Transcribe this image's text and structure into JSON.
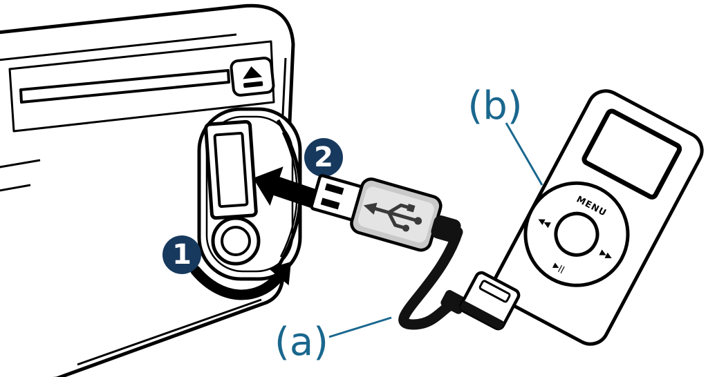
{
  "diagram": {
    "step_badges": {
      "step1": "1",
      "step2": "2"
    },
    "labels": {
      "cable": "(a)",
      "player": "(b)"
    },
    "player_controls": {
      "menu": "MENU",
      "previous": "◀◀",
      "next": "▶▶",
      "play_pause": "▶||"
    },
    "icons": {
      "eject": "eject-icon",
      "usb_trident": "usb-trident-icon"
    },
    "colors": {
      "badge_fill": "#17395e",
      "label_text": "#1a678e",
      "outline": "#000000",
      "cable": "#121212",
      "plug_body": "#c9c9c9",
      "plug_body_light": "#e4e4e4"
    }
  }
}
